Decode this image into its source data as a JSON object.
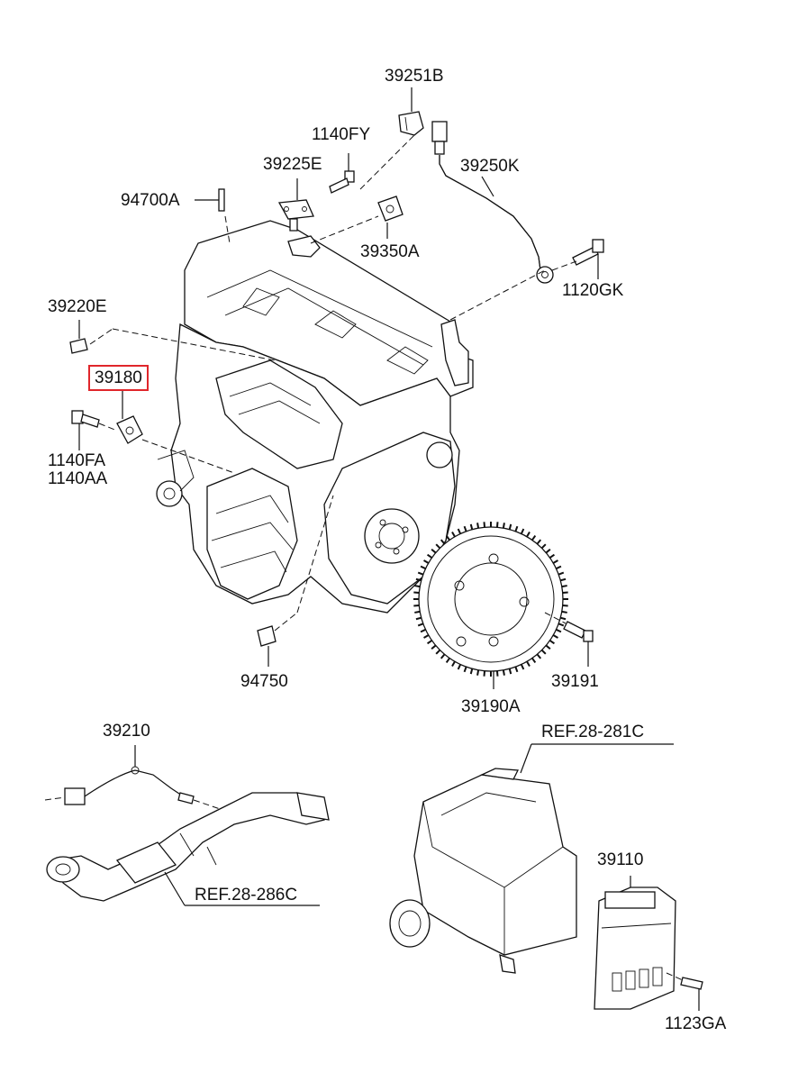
{
  "parts": {
    "p39251B": "39251B",
    "p1140FY": "1140FY",
    "p39225E": "39225E",
    "p39250K": "39250K",
    "p94700A": "94700A",
    "p39350A": "39350A",
    "p1120GK": "1120GK",
    "p39220E": "39220E",
    "p39180": "39180",
    "p1140FA": "1140FA",
    "p1140AA": "1140AA",
    "p94750": "94750",
    "p39191": "39191",
    "p39190A": "39190A",
    "p39210": "39210",
    "ref28281C": "REF.28-281C",
    "ref28286C": "REF.28-286C",
    "p39110": "39110",
    "p1123GA": "1123GA"
  },
  "highlight_color": "#e0262b"
}
